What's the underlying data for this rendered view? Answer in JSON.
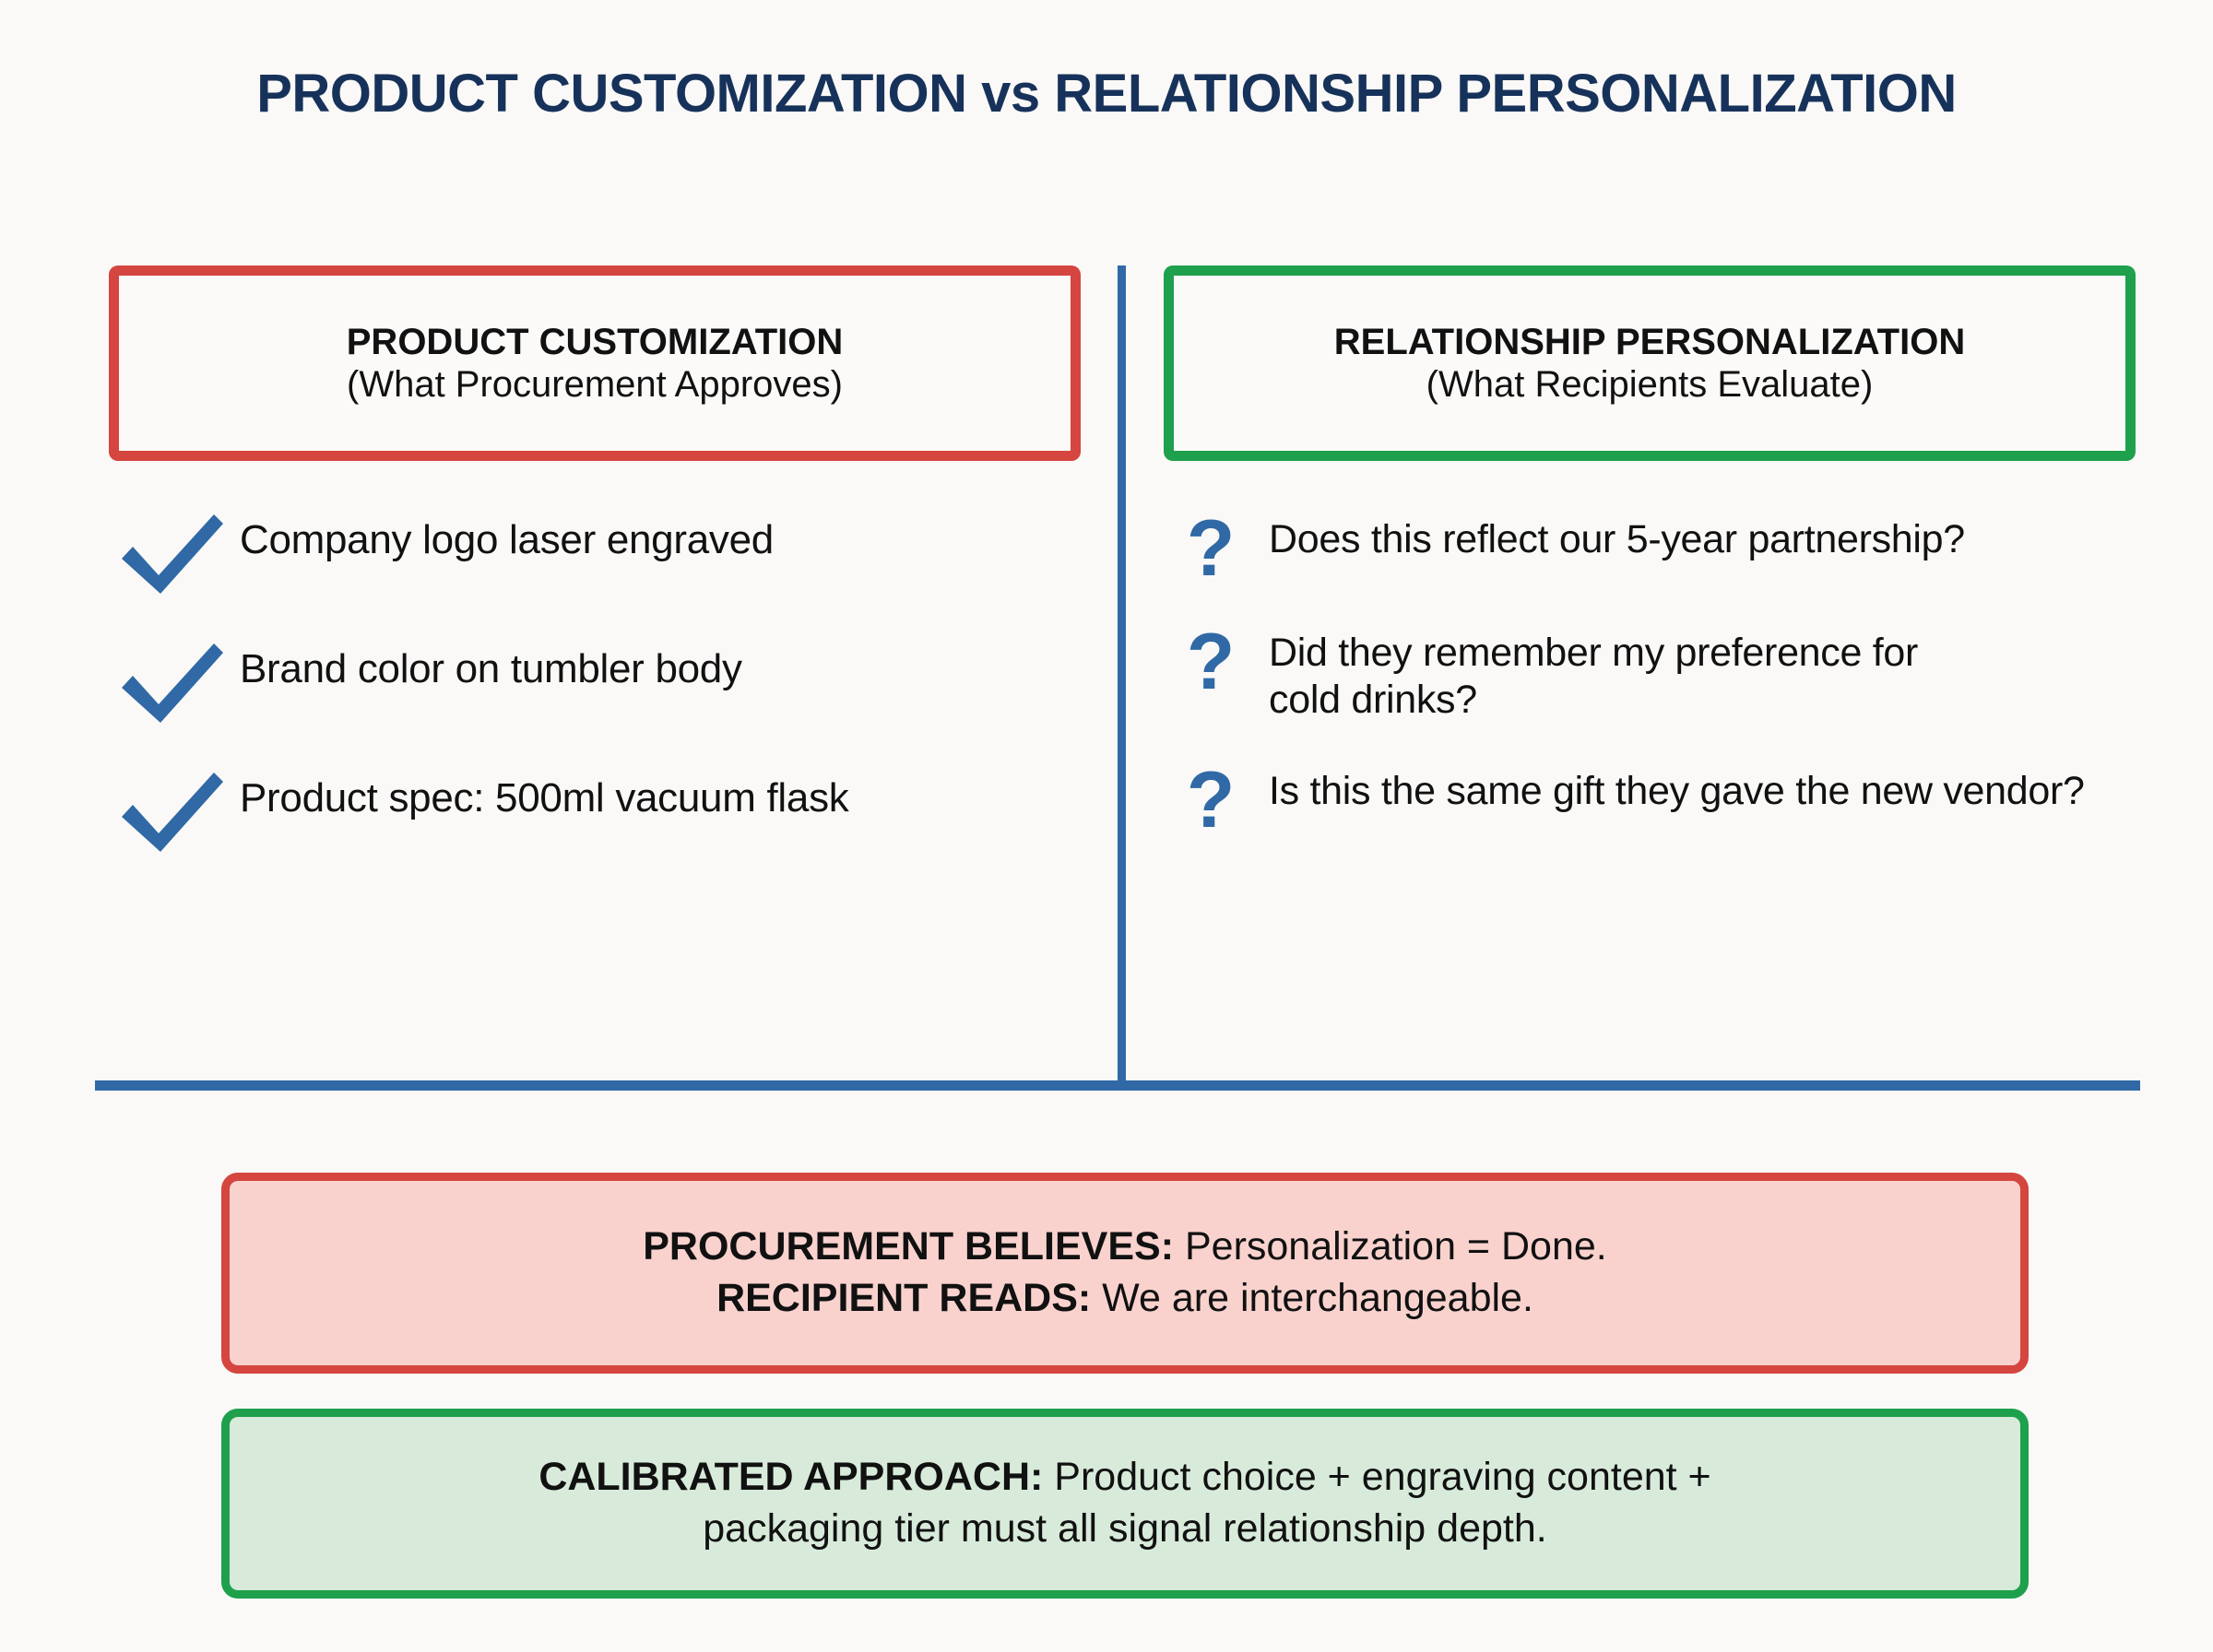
{
  "page": {
    "title": "PRODUCT CUSTOMIZATION vs RELATIONSHIP PERSONALIZATION",
    "background_color": "#FAF9F7"
  },
  "colors": {
    "title_navy": "#17325A",
    "red": "#D4463F",
    "green": "#1FA04C",
    "blue": "#3069A5",
    "pink_fill": "#F9D2CE",
    "green_fill": "#D8EBDB",
    "text_black": "#111111"
  },
  "left_column": {
    "header_title": "PRODUCT CUSTOMIZATION",
    "header_subtitle": "(What Procurement Approves)",
    "icon": "check-icon",
    "items": [
      {
        "text": "Company logo laser engraved"
      },
      {
        "text": "Brand color on tumbler body"
      },
      {
        "text": "Product spec: 500ml vacuum flask"
      }
    ]
  },
  "right_column": {
    "header_title": "RELATIONSHIP PERSONALIZATION",
    "header_subtitle": "(What Recipients Evaluate)",
    "icon": "question-mark-icon",
    "icon_glyph": "?",
    "items": [
      {
        "text": "Does this reflect our 5-year partnership?"
      },
      {
        "text": "Did they remember my preference for cold drinks?"
      },
      {
        "text": "Is this the same gift they gave the new vendor?"
      }
    ]
  },
  "callouts": [
    {
      "id": "procurement-vs-recipient",
      "style": "pink",
      "lines": [
        {
          "label": "PROCUREMENT BELIEVES:",
          "body": " Personalization = Done."
        },
        {
          "label": "RECIPIENT READS:",
          "body": " We are interchangeable."
        }
      ]
    },
    {
      "id": "calibrated-approach",
      "style": "green",
      "lines": [
        {
          "label": "CALIBRATED APPROACH:",
          "body": " Product choice + engraving content +"
        },
        {
          "label": "",
          "body": "packaging tier must all signal relationship depth."
        }
      ]
    }
  ]
}
